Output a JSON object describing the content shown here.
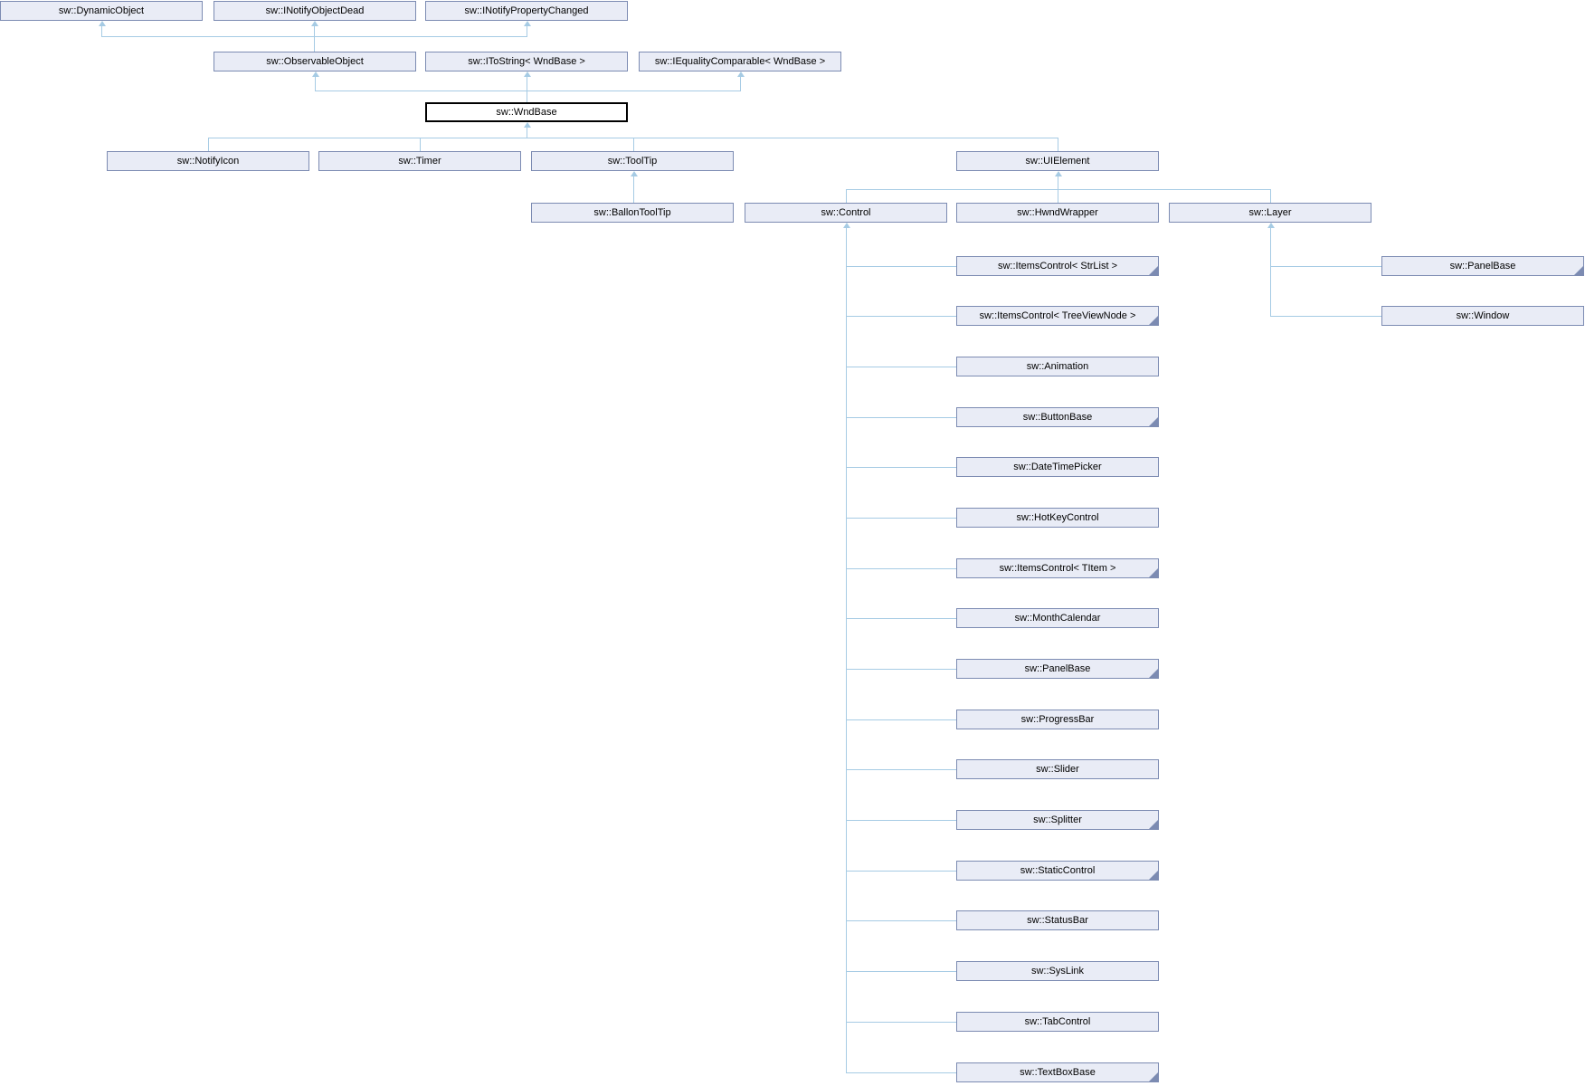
{
  "diagram": {
    "type": "class-inheritance-diagram",
    "highlighted_node": "sw::WndBase",
    "colors": {
      "background": "#ffffff",
      "node_fill": "#e9ecf6",
      "node_border": "#7c8bb2",
      "connector": "#a6cbe4",
      "highlight_border": "#000000",
      "text": "#000000"
    },
    "nodes": [
      {
        "id": "dynamicobject",
        "label": "sw::DynamicObject",
        "highlighted": false,
        "has_subclasses": false
      },
      {
        "id": "inotifyobjectdead",
        "label": "sw::INotifyObjectDead",
        "highlighted": false,
        "has_subclasses": false
      },
      {
        "id": "inotifypropertychanged",
        "label": "sw::INotifyPropertyChanged",
        "highlighted": false,
        "has_subclasses": false
      },
      {
        "id": "observableobject",
        "label": "sw::ObservableObject",
        "highlighted": false,
        "has_subclasses": false
      },
      {
        "id": "itostring",
        "label": "sw::IToString< WndBase >",
        "highlighted": false,
        "has_subclasses": false
      },
      {
        "id": "iequalitycomparable",
        "label": "sw::IEqualityComparable< WndBase >",
        "highlighted": false,
        "has_subclasses": false
      },
      {
        "id": "wndbase",
        "label": "sw::WndBase",
        "highlighted": true,
        "has_subclasses": false
      },
      {
        "id": "notifyicon",
        "label": "sw::NotifyIcon",
        "highlighted": false,
        "has_subclasses": false
      },
      {
        "id": "timer",
        "label": "sw::Timer",
        "highlighted": false,
        "has_subclasses": false
      },
      {
        "id": "tooltip",
        "label": "sw::ToolTip",
        "highlighted": false,
        "has_subclasses": false
      },
      {
        "id": "uielement",
        "label": "sw::UIElement",
        "highlighted": false,
        "has_subclasses": false
      },
      {
        "id": "ballontooltip",
        "label": "sw::BallonToolTip",
        "highlighted": false,
        "has_subclasses": false
      },
      {
        "id": "control",
        "label": "sw::Control",
        "highlighted": false,
        "has_subclasses": false
      },
      {
        "id": "hwndwrapper",
        "label": "sw::HwndWrapper",
        "highlighted": false,
        "has_subclasses": false
      },
      {
        "id": "layer",
        "label": "sw::Layer",
        "highlighted": false,
        "has_subclasses": false
      },
      {
        "id": "itemscontrol_strlist",
        "label": "sw::ItemsControl< StrList >",
        "highlighted": false,
        "has_subclasses": true
      },
      {
        "id": "itemscontrol_treeviewnode",
        "label": "sw::ItemsControl< TreeViewNode >",
        "highlighted": false,
        "has_subclasses": true
      },
      {
        "id": "animation",
        "label": "sw::Animation",
        "highlighted": false,
        "has_subclasses": false
      },
      {
        "id": "buttonbase",
        "label": "sw::ButtonBase",
        "highlighted": false,
        "has_subclasses": true
      },
      {
        "id": "datetimepicker",
        "label": "sw::DateTimePicker",
        "highlighted": false,
        "has_subclasses": false
      },
      {
        "id": "hotkeycontrol",
        "label": "sw::HotKeyControl",
        "highlighted": false,
        "has_subclasses": false
      },
      {
        "id": "itemscontrol_titem",
        "label": "sw::ItemsControl< TItem >",
        "highlighted": false,
        "has_subclasses": true
      },
      {
        "id": "monthcalendar",
        "label": "sw::MonthCalendar",
        "highlighted": false,
        "has_subclasses": false
      },
      {
        "id": "panelbase_control",
        "label": "sw::PanelBase",
        "highlighted": false,
        "has_subclasses": true
      },
      {
        "id": "progressbar",
        "label": "sw::ProgressBar",
        "highlighted": false,
        "has_subclasses": false
      },
      {
        "id": "slider",
        "label": "sw::Slider",
        "highlighted": false,
        "has_subclasses": false
      },
      {
        "id": "splitter",
        "label": "sw::Splitter",
        "highlighted": false,
        "has_subclasses": true
      },
      {
        "id": "staticcontrol",
        "label": "sw::StaticControl",
        "highlighted": false,
        "has_subclasses": true
      },
      {
        "id": "statusbar",
        "label": "sw::StatusBar",
        "highlighted": false,
        "has_subclasses": false
      },
      {
        "id": "syslink",
        "label": "sw::SysLink",
        "highlighted": false,
        "has_subclasses": false
      },
      {
        "id": "tabcontrol",
        "label": "sw::TabControl",
        "highlighted": false,
        "has_subclasses": false
      },
      {
        "id": "textboxbase",
        "label": "sw::TextBoxBase",
        "highlighted": false,
        "has_subclasses": true
      },
      {
        "id": "panelbase_layer",
        "label": "sw::PanelBase",
        "highlighted": false,
        "has_subclasses": true
      },
      {
        "id": "window",
        "label": "sw::Window",
        "highlighted": false,
        "has_subclasses": false
      }
    ],
    "edges": [
      {
        "child": "observableobject",
        "parent": "dynamicobject"
      },
      {
        "child": "observableobject",
        "parent": "inotifyobjectdead"
      },
      {
        "child": "observableobject",
        "parent": "inotifypropertychanged"
      },
      {
        "child": "wndbase",
        "parent": "observableobject"
      },
      {
        "child": "wndbase",
        "parent": "itostring"
      },
      {
        "child": "wndbase",
        "parent": "iequalitycomparable"
      },
      {
        "child": "notifyicon",
        "parent": "wndbase"
      },
      {
        "child": "timer",
        "parent": "wndbase"
      },
      {
        "child": "tooltip",
        "parent": "wndbase"
      },
      {
        "child": "uielement",
        "parent": "wndbase"
      },
      {
        "child": "ballontooltip",
        "parent": "tooltip"
      },
      {
        "child": "control",
        "parent": "uielement"
      },
      {
        "child": "hwndwrapper",
        "parent": "uielement"
      },
      {
        "child": "layer",
        "parent": "uielement"
      },
      {
        "child": "itemscontrol_strlist",
        "parent": "control"
      },
      {
        "child": "itemscontrol_treeviewnode",
        "parent": "control"
      },
      {
        "child": "animation",
        "parent": "control"
      },
      {
        "child": "buttonbase",
        "parent": "control"
      },
      {
        "child": "datetimepicker",
        "parent": "control"
      },
      {
        "child": "hotkeycontrol",
        "parent": "control"
      },
      {
        "child": "itemscontrol_titem",
        "parent": "control"
      },
      {
        "child": "monthcalendar",
        "parent": "control"
      },
      {
        "child": "panelbase_control",
        "parent": "control"
      },
      {
        "child": "progressbar",
        "parent": "control"
      },
      {
        "child": "slider",
        "parent": "control"
      },
      {
        "child": "splitter",
        "parent": "control"
      },
      {
        "child": "staticcontrol",
        "parent": "control"
      },
      {
        "child": "statusbar",
        "parent": "control"
      },
      {
        "child": "syslink",
        "parent": "control"
      },
      {
        "child": "tabcontrol",
        "parent": "control"
      },
      {
        "child": "textboxbase",
        "parent": "control"
      },
      {
        "child": "panelbase_layer",
        "parent": "layer"
      },
      {
        "child": "window",
        "parent": "layer"
      }
    ]
  }
}
